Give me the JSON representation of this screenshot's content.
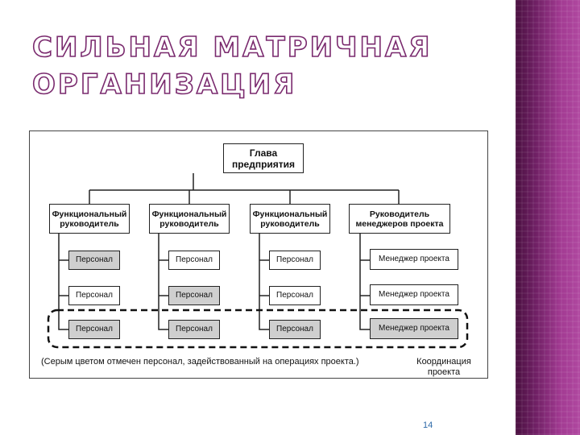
{
  "slide": {
    "title_line1": "Сильная матричная",
    "title_line2": "организация",
    "page_number": "14"
  },
  "diagram": {
    "head": {
      "line1": "Глава",
      "line2": "предприятия"
    },
    "columns": [
      {
        "header_line1": "Функциональный",
        "header_line2": "руководитель",
        "items": [
          {
            "label": "Персонал",
            "highlighted": true
          },
          {
            "label": "Персонал",
            "highlighted": false
          },
          {
            "label": "Персонал",
            "highlighted": true
          }
        ]
      },
      {
        "header_line1": "Функциональный",
        "header_line2": "руководитель",
        "items": [
          {
            "label": "Персонал",
            "highlighted": false
          },
          {
            "label": "Персонал",
            "highlighted": true
          },
          {
            "label": "Персонал",
            "highlighted": true
          }
        ]
      },
      {
        "header_line1": "Функциональный",
        "header_line2": "руководитель",
        "items": [
          {
            "label": "Персонал",
            "highlighted": false
          },
          {
            "label": "Персонал",
            "highlighted": false
          },
          {
            "label": "Персонал",
            "highlighted": true
          }
        ]
      },
      {
        "header_line1": "Руководитель",
        "header_line2": "менеджеров проекта",
        "items": [
          {
            "label": "Менеджер проекта",
            "highlighted": false
          },
          {
            "label": "Менеджер проекта",
            "highlighted": false
          },
          {
            "label": "Менеджер проекта",
            "highlighted": true
          }
        ]
      }
    ],
    "note": "(Серым цветом отмечен персонал, задействованный на операциях проекта.)",
    "coordination_line1": "Координация",
    "coordination_line2": "проекта",
    "colors": {
      "highlight": "#cfcfcf",
      "accent": "#7a2a6e"
    }
  }
}
